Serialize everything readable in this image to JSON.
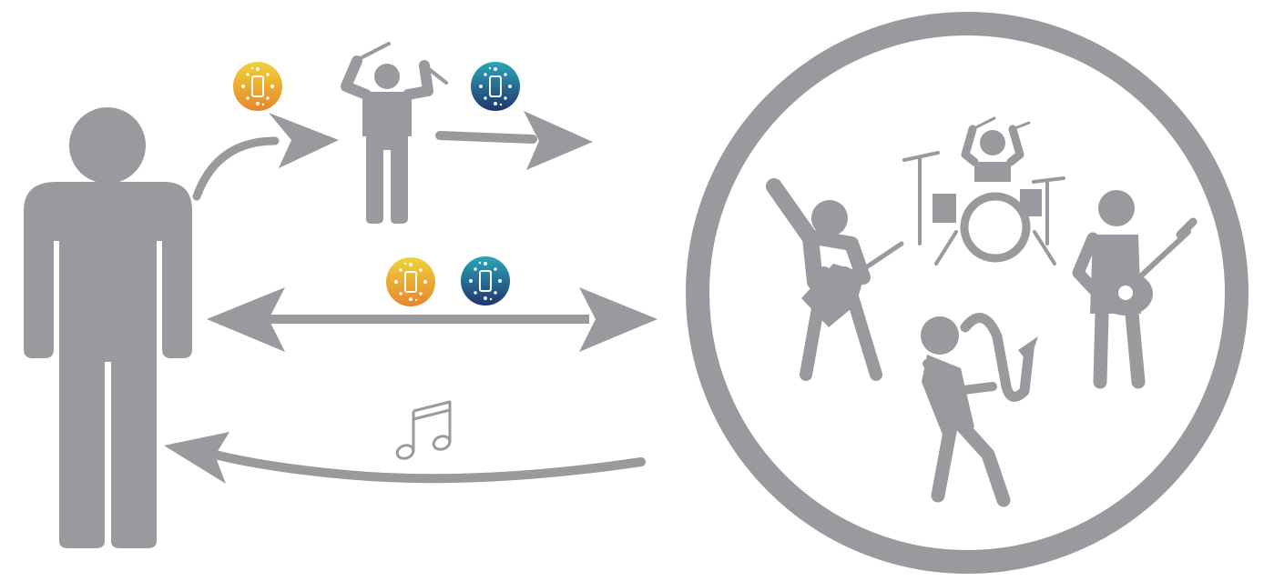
{
  "colors": {
    "figure": "#9a9a9e",
    "background": "#ffffff",
    "device_badge_warm": [
      "#f0d23a",
      "#e6862c"
    ],
    "device_badge_cool": [
      "#2aa7b8",
      "#21346f"
    ],
    "badge_dots": "#ffffff"
  },
  "diagram": {
    "nodes": [
      {
        "id": "listener",
        "icon": "standing-person-icon"
      },
      {
        "id": "conductor",
        "icon": "conductor-with-batons-icon"
      },
      {
        "id": "band-circle",
        "icon": "band-group-icon",
        "members": [
          "guitarist-icon",
          "drummer-icon",
          "bassist-icon",
          "saxophonist-icon"
        ]
      }
    ],
    "badges": [
      {
        "id": "badge-warm-top",
        "icon": "device-badge-icon",
        "theme": "warm"
      },
      {
        "id": "badge-cool-top",
        "icon": "device-badge-icon",
        "theme": "cool"
      },
      {
        "id": "badge-warm-mid",
        "icon": "device-badge-icon",
        "theme": "warm"
      },
      {
        "id": "badge-cool-mid",
        "icon": "device-badge-icon",
        "theme": "cool"
      }
    ],
    "edges": [
      {
        "from": "listener",
        "to": "conductor",
        "style": "curved-arrow"
      },
      {
        "from": "conductor",
        "to": "band-circle",
        "style": "arrow"
      },
      {
        "from": "listener",
        "to": "band-circle",
        "style": "double-arrow"
      },
      {
        "from": "band-circle",
        "to": "listener",
        "style": "curved-arrow",
        "icon": "music-note-icon"
      }
    ]
  }
}
